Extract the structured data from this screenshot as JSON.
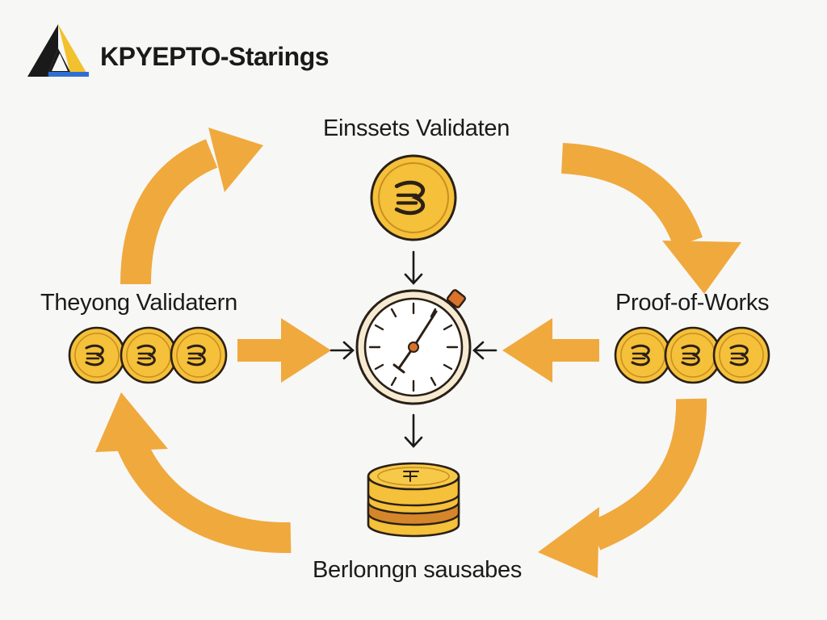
{
  "brand": {
    "name": "KPYEPTO-Starings",
    "logo_colors": {
      "left": "#1a1a1a",
      "right": "#f2c12e",
      "base": "#2f6fd1"
    }
  },
  "nodes": {
    "top": "Einssets Validaten",
    "left": "Theyong Validatern",
    "right": "Proof-of-Works",
    "bottom": "Berlonngn sausabes"
  },
  "center": {
    "icon": "stopwatch-icon"
  },
  "colors": {
    "arrow": "#f0a93d",
    "coin": "#f5c03a",
    "coin_stroke": "#2a2016",
    "coin_stack_band": "#d5862a",
    "background": "#f7f7f6"
  },
  "icons": {
    "top_coin": "coin-icon",
    "left_coins": "coin-row-icon",
    "right_coins": "coin-row-icon",
    "bottom_stack": "coin-stack-icon"
  }
}
